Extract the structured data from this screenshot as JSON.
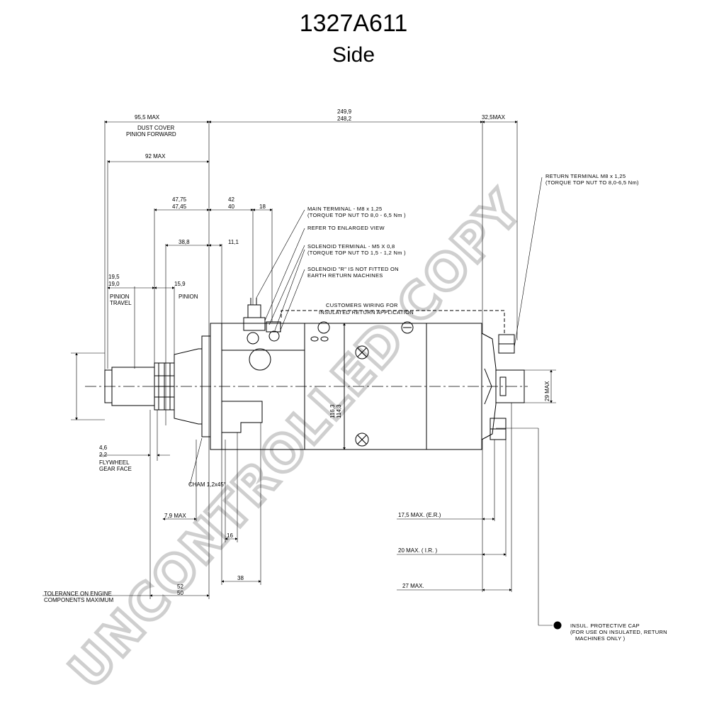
{
  "header": {
    "part_number": "1327A611",
    "view": "Side"
  },
  "watermark": "UNCONTROLLED COPY",
  "dimensions": {
    "d_95_5": "95,5 MAX",
    "dust_cover_1": "DUST COVER",
    "dust_cover_2": "PINION FORWARD",
    "d_92": "92 MAX",
    "d_249_9": "249,9",
    "d_248_2": "248,2",
    "d_32_5": "32,5MAX",
    "d_47_75": "47,75",
    "d_47_45": "47,45",
    "d_42": "42",
    "d_40": "40",
    "d_18": "18",
    "d_38_8": "38,8",
    "d_11_1": "11,1",
    "d_19_5": "19,5",
    "d_19_0": "19,0",
    "d_15_9": "15,9",
    "pinion_travel_1": "PINION",
    "pinion_travel_2": "TRAVEL",
    "pinion": "PINION",
    "d_4_6": "4,6",
    "d_2_2": "2,2",
    "flywheel_1": "FLYWHEEL",
    "flywheel_2": "GEAR FACE",
    "chamfer": "CHAM 1,2x45°",
    "d_7_9": "7,9 MAX",
    "d_16": "16",
    "d_38": "38",
    "d_52": "52",
    "d_50": "50",
    "tolerance_1": "TOLERANCE ON ENGINE",
    "tolerance_2": "COMPONENTS MAXIMUM",
    "d_116_3": "116,3",
    "d_114_3": "114,3",
    "d_29": "29 MAX",
    "d_17_5": "17,5 MAX.      (E.R.)",
    "d_20": "20 MAX.     ( I.R. )",
    "d_27": "27 MAX."
  },
  "notes": {
    "main_terminal_1": "MAIN TERMINAL - M8 x 1,25",
    "main_terminal_2": "(TORQUE TOP NUT TO 8,0 - 6,5 Nm )",
    "enlarged_view": "REFER TO ENLARGED VIEW",
    "solenoid_terminal_1": "SOLENOID TERMINAL - M5 X 0,8",
    "solenoid_terminal_2": "(TORQUE TOP NUT TO 1,5 - 1,2 Nm )",
    "solenoid_r_1": "SOLENOID \"R\" IS NOT FITTED ON",
    "solenoid_r_2": "EARTH RETURN MACHINES",
    "customers_wiring_1": "CUSTOMERS WIRING FOR",
    "customers_wiring_2": "INSULATED RETURN APPLICATION",
    "return_terminal_1": "RETURN TERMINAL M8 x 1,25",
    "return_terminal_2": "(TORQUE TOP NUT TO 8,0-6,5 Nm)",
    "insul_cap_1": "INSUL. PROTECTIVE CAP",
    "insul_cap_2": "(FOR USE ON INSULATED, RETURN",
    "insul_cap_3": "MACHINES ONLY )"
  }
}
